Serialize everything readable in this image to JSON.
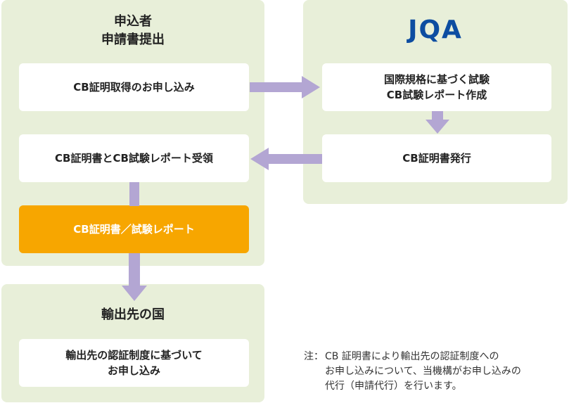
{
  "applicant": {
    "heading": "申込者\n申請書提出",
    "step_apply": "CB証明取得のお申し込み",
    "step_receive": "CB証明書とCB試験レポート受領",
    "step_certificate": "CB証明書／試験レポート"
  },
  "jqa": {
    "logo": "JQA",
    "step_test": "国際規格に基づく試験\nCB試験レポート作成",
    "step_issue": "CB証明書発行"
  },
  "destination": {
    "heading": "輸出先の国",
    "step_apply": "輸出先の認証制度に基づいて\nお申し込み"
  },
  "note": {
    "label": "注：",
    "text": "CB 証明書により輸出先の認証制度への\nお申し込みについて、当機構がお申し込みの\n代行（申請代行）を行います。"
  },
  "colors": {
    "panel": "#e8efd9",
    "arrow": "#b3a6d3",
    "highlight": "#f7a600",
    "logo": "#0d4da1"
  }
}
